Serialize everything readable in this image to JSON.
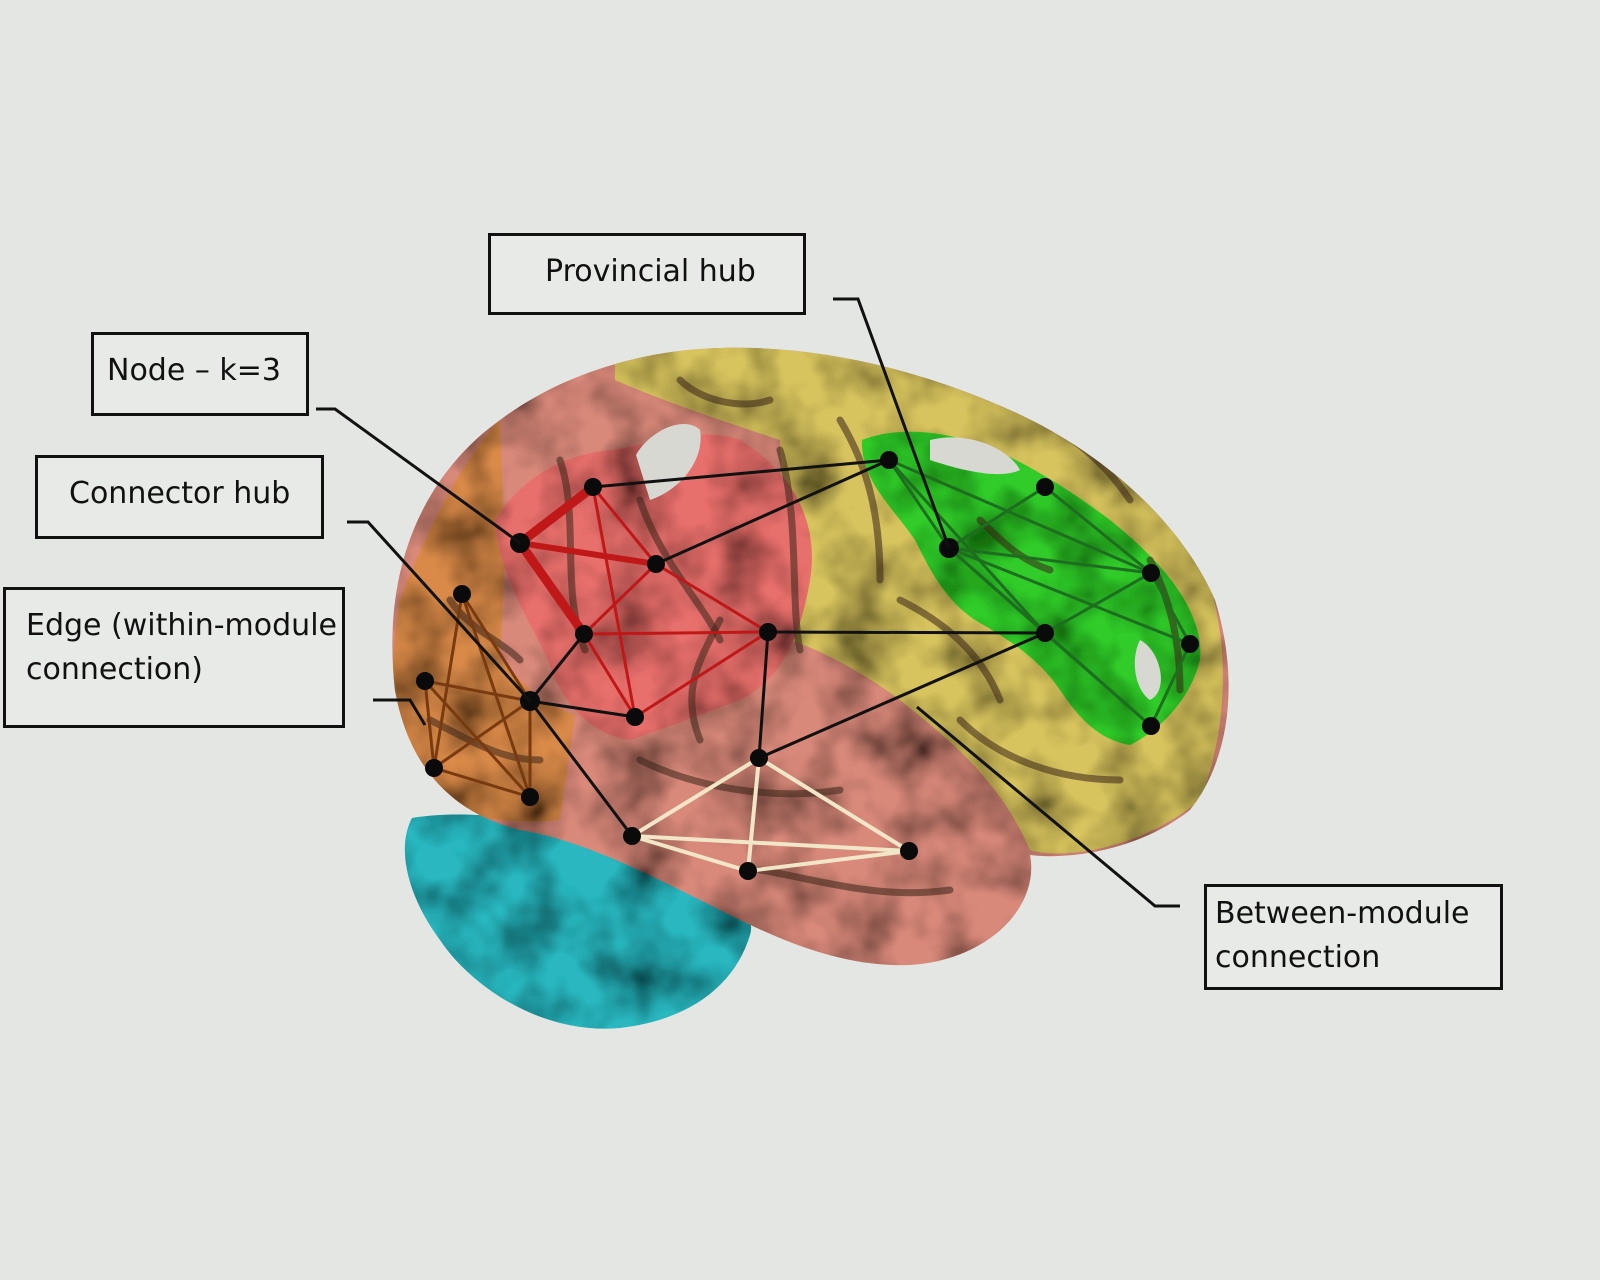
{
  "labels": {
    "provincial_hub": "Provincial hub",
    "node_k3": "Node – k=3",
    "connector_hub": "Connector hub",
    "edge_line1": "Edge (within-module",
    "edge_line2": "connection)",
    "between_line1": "Between-module",
    "between_line2": "connection"
  },
  "colors": {
    "background": "#e4e6e3",
    "module_red": "#e8706c",
    "module_orange": "#d98a4a",
    "module_salmon": "#d9897a",
    "module_yellow": "#d8c45e",
    "module_green": "#33cc2a",
    "cerebellum": "#2ab7c0",
    "edge_red": "#c01818",
    "edge_brown": "#7a3a10",
    "edge_green": "#1e6e20",
    "edge_cream": "#f2e6c8",
    "edge_between": "#111111"
  }
}
